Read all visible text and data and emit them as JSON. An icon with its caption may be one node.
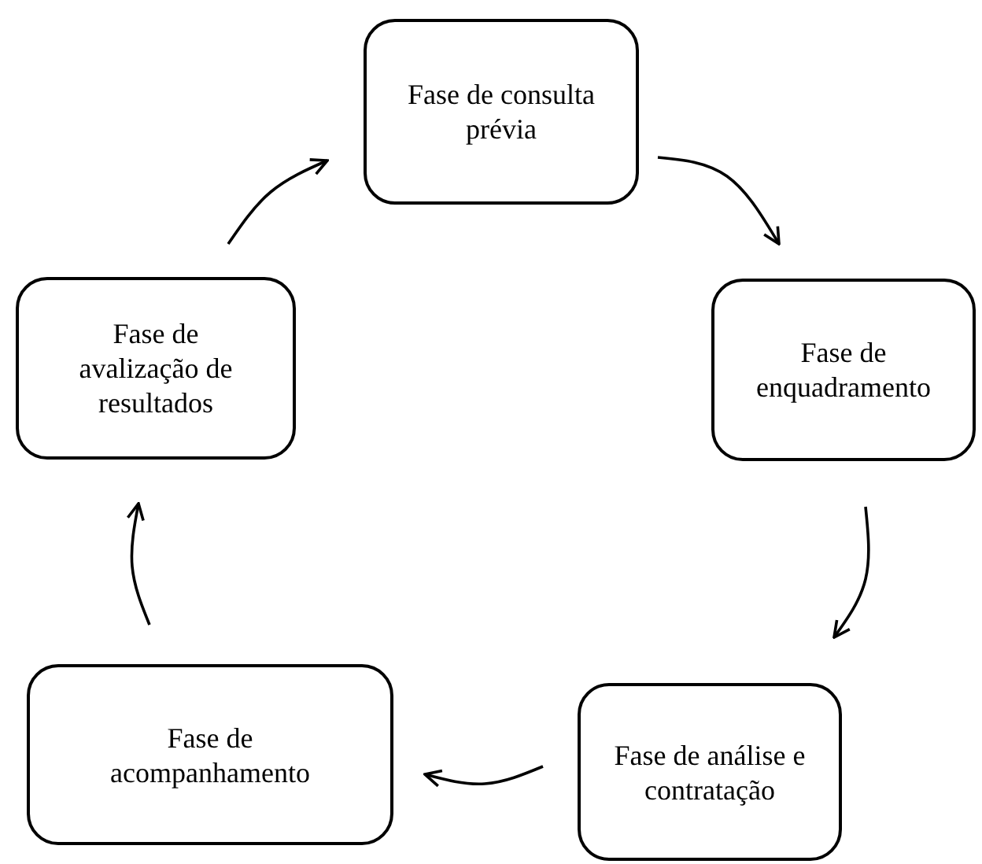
{
  "diagram": {
    "nodes": [
      {
        "text": [
          "Fase de consulta prévia"
        ]
      },
      {
        "text": [
          "Fase de enquadramento"
        ]
      },
      {
        "text": [
          "Fase de análise e contratação"
        ]
      },
      {
        "text": [
          "Fase de acompanhamento"
        ]
      },
      {
        "text": [
          "Fase de avalização de resultados"
        ]
      }
    ],
    "edges": [
      {
        "from": 0,
        "to": 1,
        "arrow": "to"
      },
      {
        "from": 1,
        "to": 2,
        "arrow": "to"
      },
      {
        "from": 2,
        "to": 3,
        "arrow": "to"
      },
      {
        "from": 3,
        "to": 4,
        "arrow": "to"
      },
      {
        "from": 4,
        "to": 0,
        "arrow": "to"
      }
    ]
  }
}
